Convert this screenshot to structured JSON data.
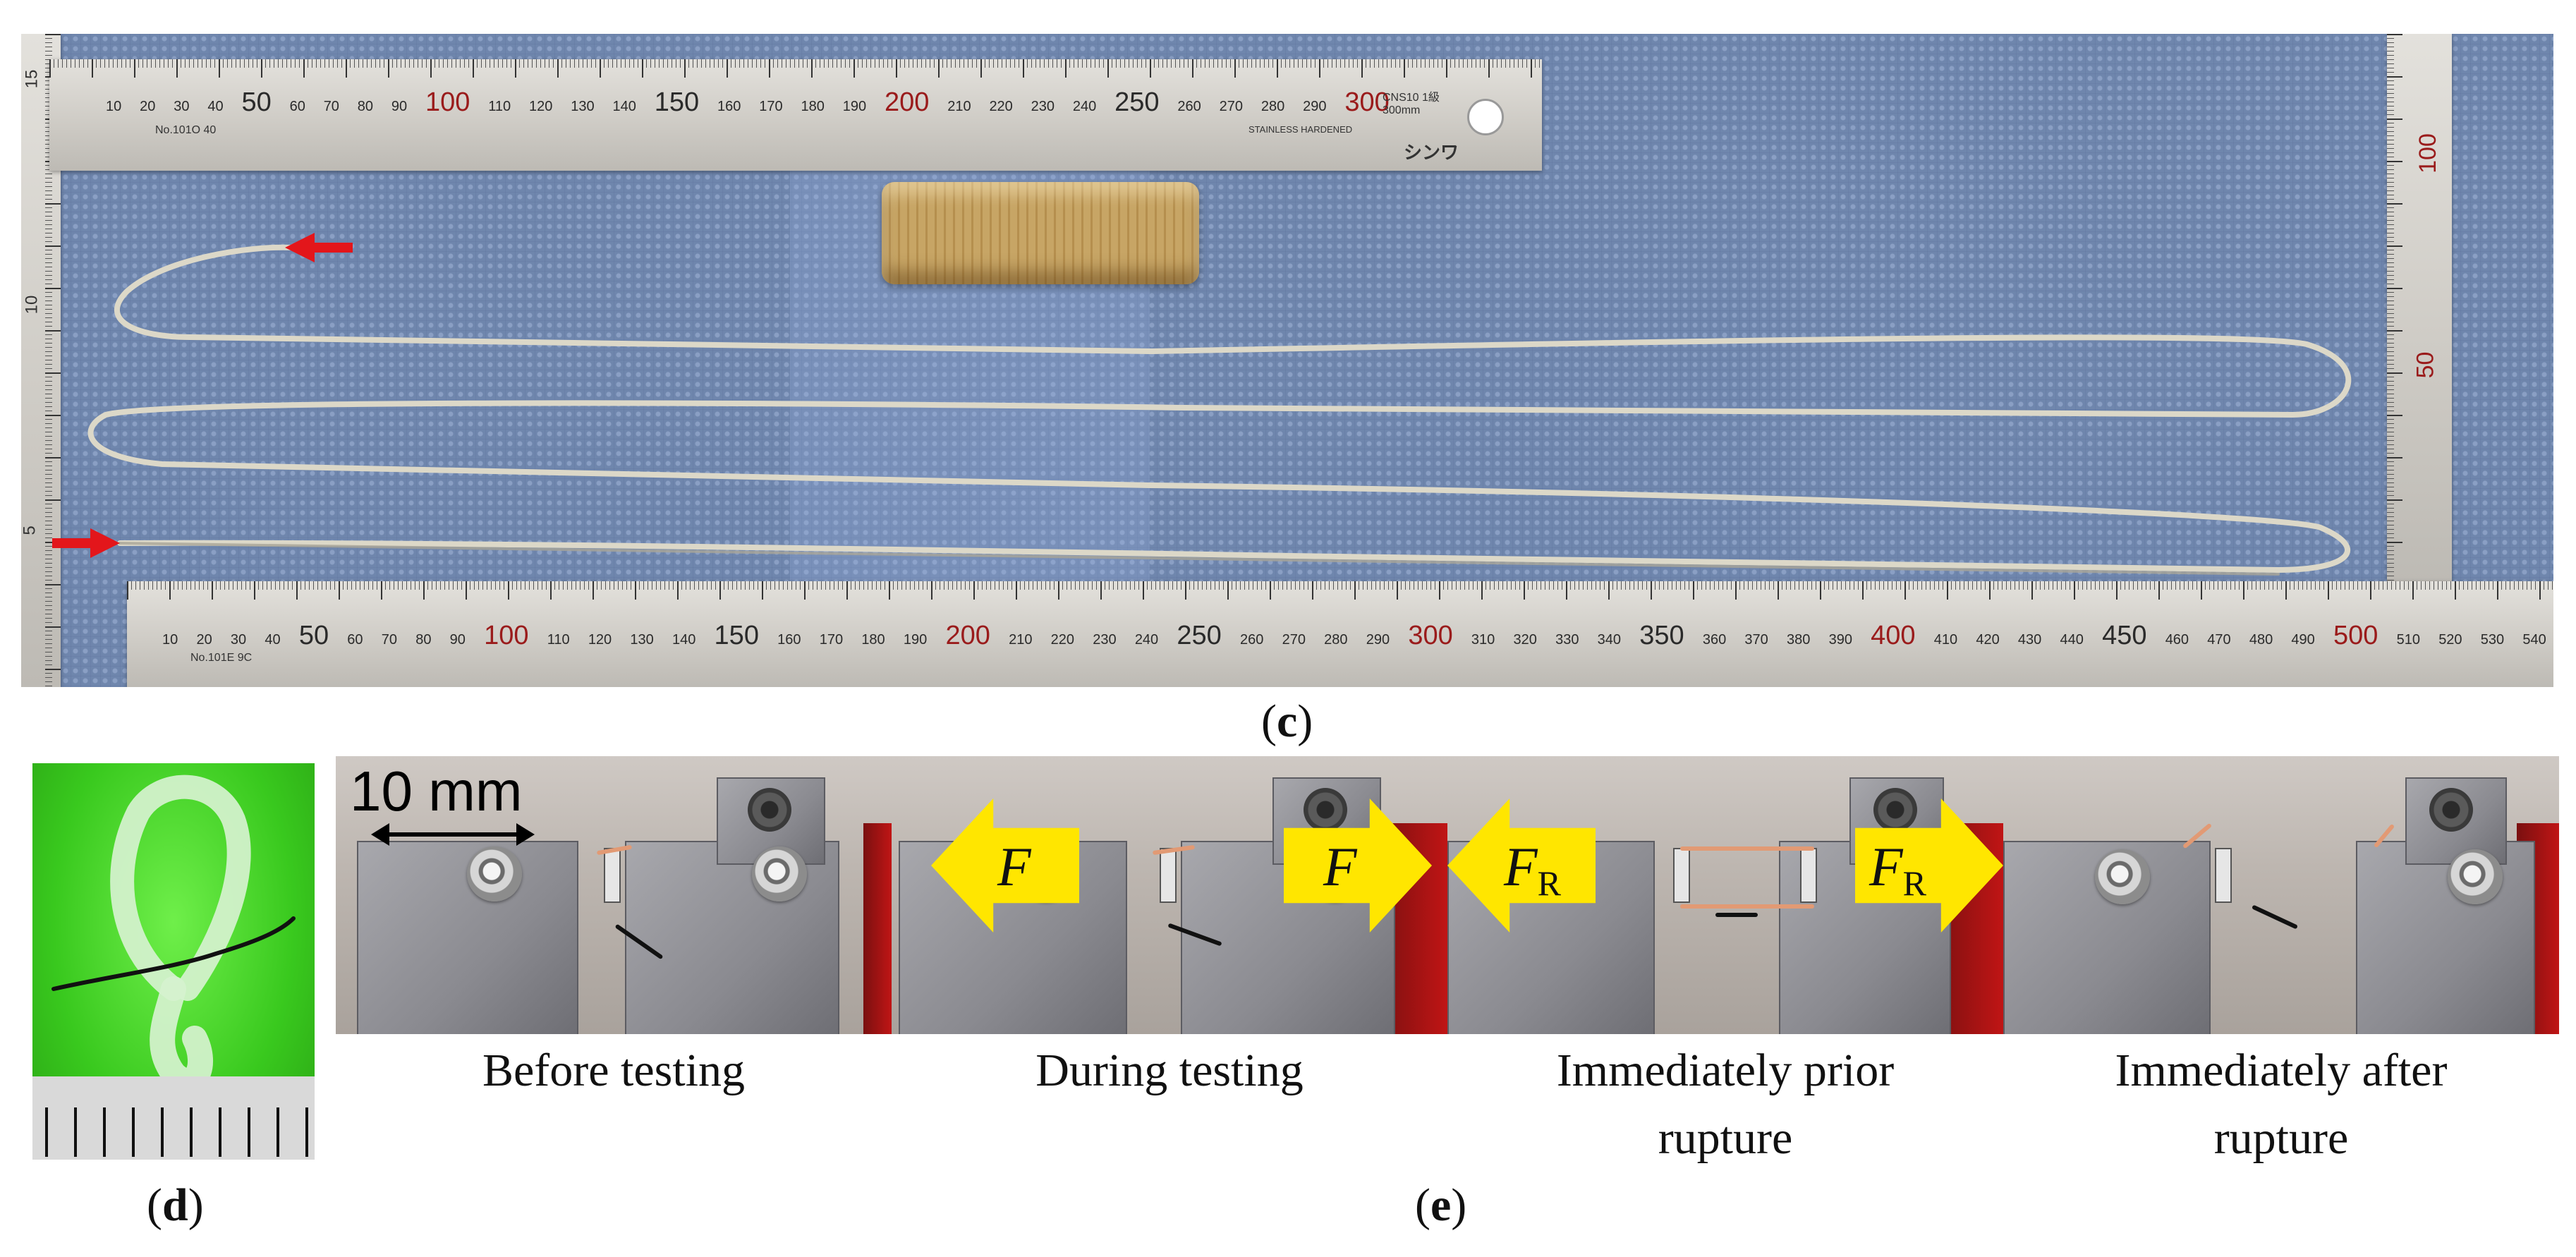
{
  "panel_c": {
    "label_letter": "c",
    "top_ruler": {
      "brand_mark": "シンワ",
      "model": "No.101O 40",
      "spec": "CNS10 1級 300mm",
      "note": "STAINLESS HARDENED",
      "major": [
        "50",
        "100",
        "150",
        "200",
        "250",
        "300"
      ],
      "minor": [
        "10",
        "20",
        "30",
        "40",
        "50",
        "60",
        "70",
        "80",
        "90",
        "100",
        "110",
        "120",
        "130",
        "140",
        "150",
        "160",
        "170",
        "180",
        "190",
        "200",
        "210",
        "220",
        "230",
        "240",
        "250",
        "260",
        "270",
        "280",
        "290",
        "300"
      ]
    },
    "bottom_ruler": {
      "model": "No.101E 9C",
      "labels": [
        "10",
        "20",
        "30",
        "40",
        "50",
        "60",
        "70",
        "80",
        "90",
        "100",
        "110",
        "120",
        "130",
        "140",
        "150",
        "160",
        "170",
        "180",
        "190",
        "200",
        "210",
        "220",
        "230",
        "240",
        "250",
        "260",
        "270",
        "280",
        "290",
        "300",
        "310",
        "320",
        "330",
        "340",
        "350",
        "360",
        "370",
        "380",
        "390",
        "400",
        "410",
        "420",
        "430",
        "440",
        "450",
        "460",
        "470",
        "480",
        "490",
        "500",
        "510",
        "520",
        "530",
        "540"
      ],
      "red_labels": [
        "100",
        "200",
        "300",
        "400",
        "500"
      ]
    },
    "right_ruler": {
      "labels": [
        "100",
        "50"
      ]
    },
    "left_ruler": {
      "labels": [
        "15",
        "10",
        "5"
      ]
    },
    "colors": {
      "background": "#6f86ad",
      "arrow": "#e3161b",
      "suture": "#d6d2c2"
    }
  },
  "panel_d": {
    "label_letter": "d",
    "colors": {
      "background": "#39c91e"
    }
  },
  "panel_e": {
    "label_letter": "e",
    "scale_bar": "10 mm",
    "frames": [
      {
        "caption": [
          "Before testing"
        ]
      },
      {
        "caption": [
          "During testing"
        ],
        "force_symbol": "F",
        "force_subscript": ""
      },
      {
        "caption": [
          "Immediately prior",
          "rupture"
        ],
        "force_symbol": "F",
        "force_subscript": "R"
      },
      {
        "caption": [
          "Immediately after",
          "rupture"
        ]
      }
    ],
    "colors": {
      "arrow": "#ffe600"
    }
  }
}
